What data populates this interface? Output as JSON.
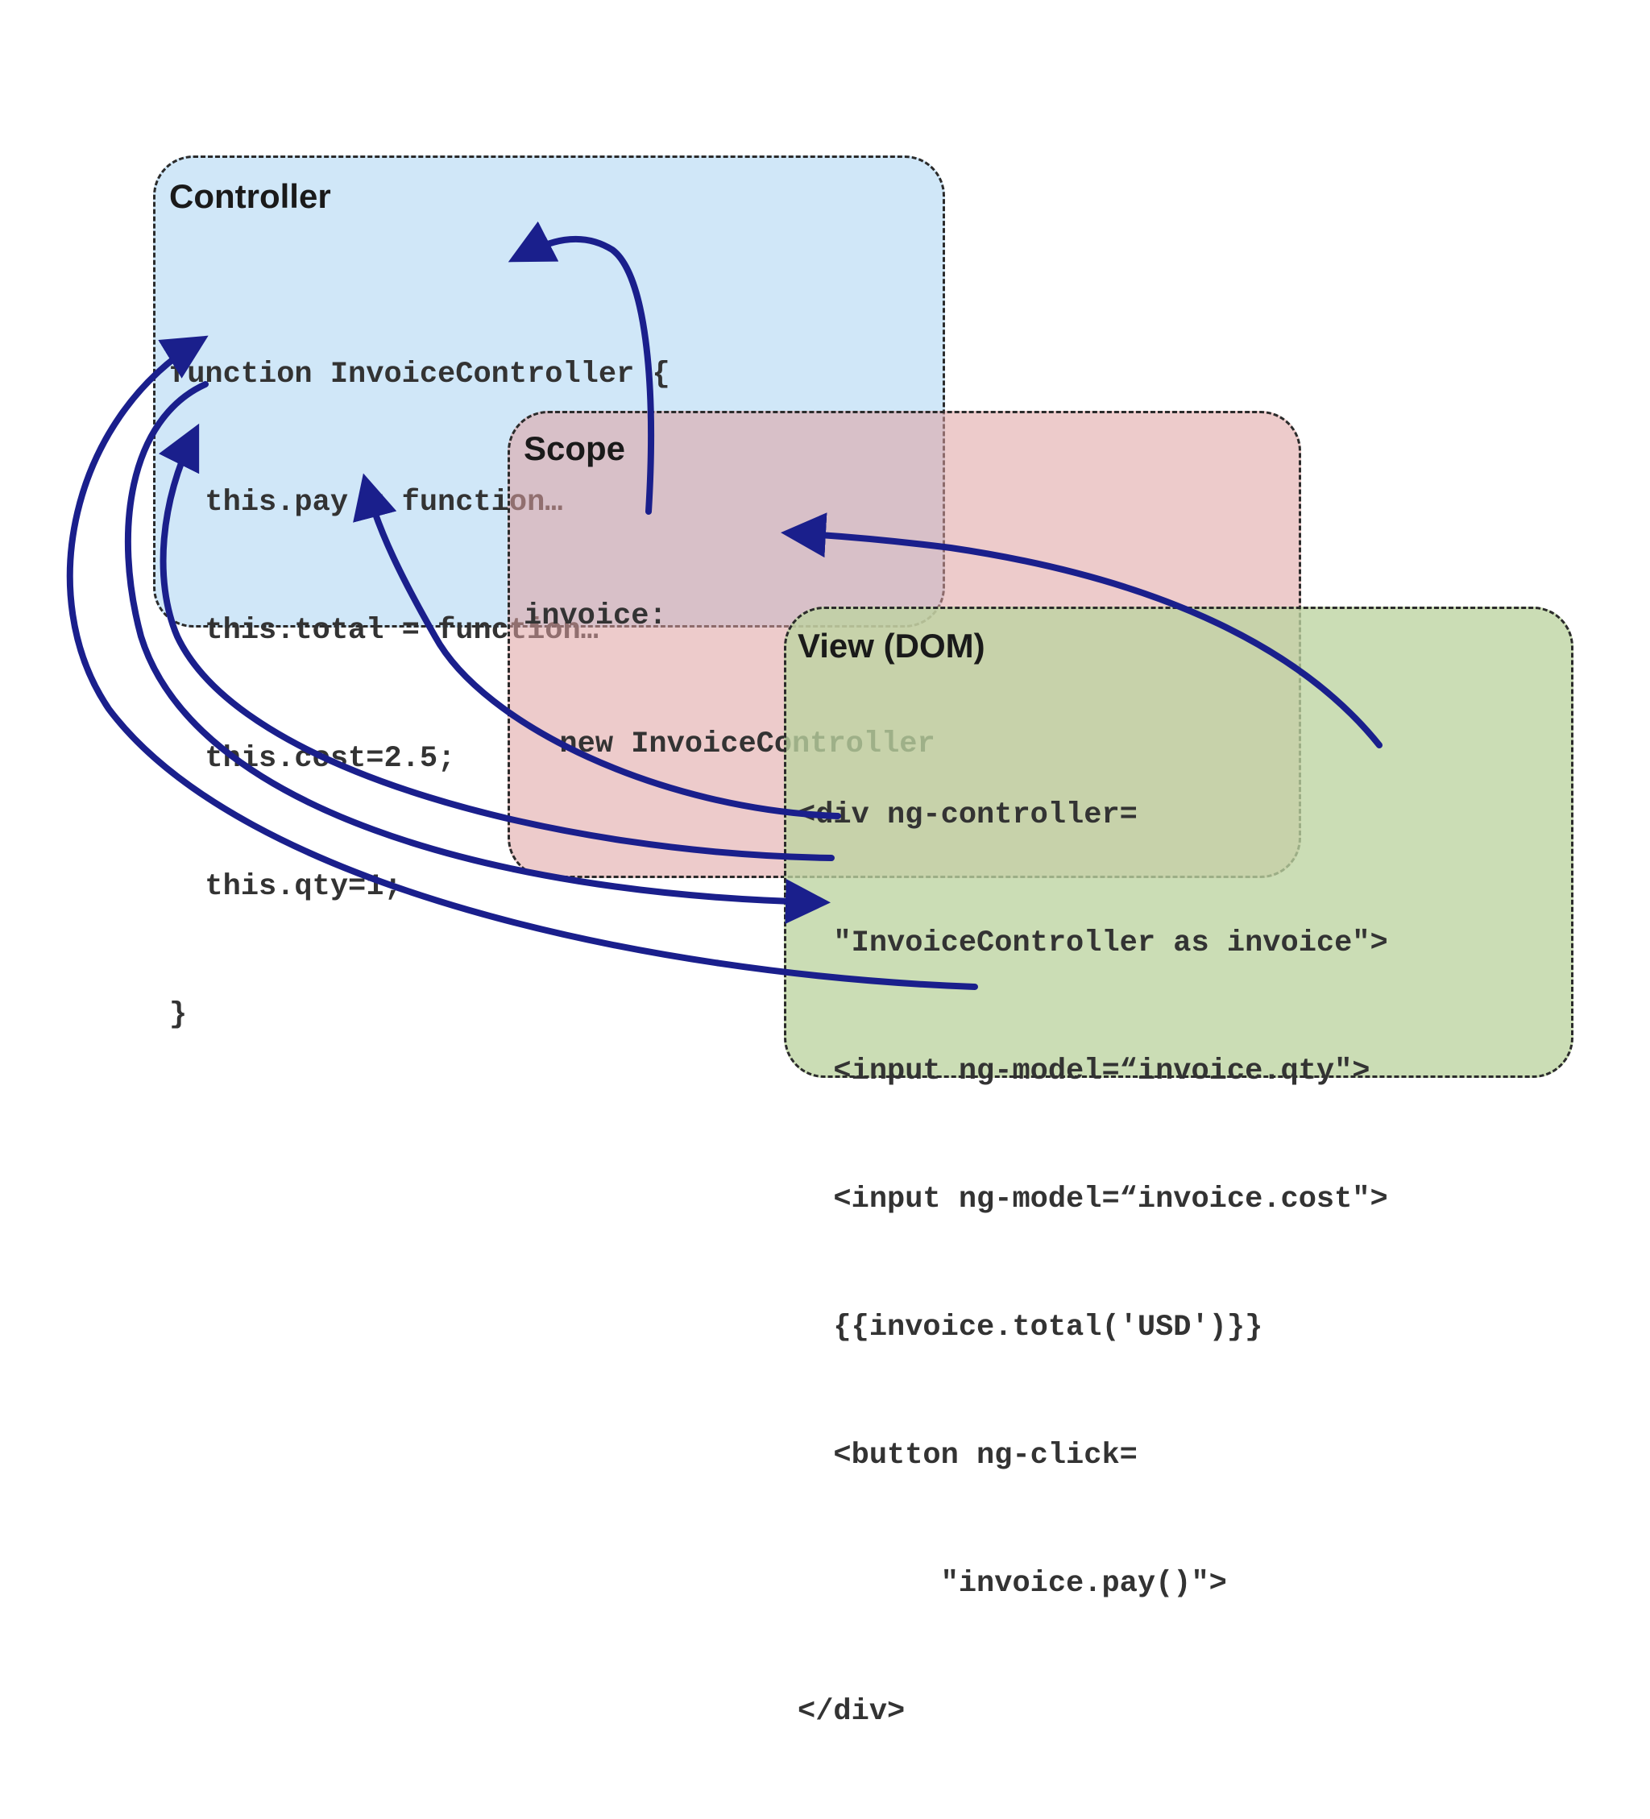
{
  "controller": {
    "title": "Controller",
    "lines": [
      "function InvoiceController {",
      "  this.pay = function…",
      "  this.total = function…",
      "  this.cost=2.5;",
      "  this.qty=1;",
      "}"
    ]
  },
  "scope": {
    "title": "Scope",
    "lines": [
      "invoice:",
      "  new InvoiceController"
    ]
  },
  "view": {
    "title": "View (DOM)",
    "lines": [
      "<div ng-controller=",
      "  \"InvoiceController as invoice\">",
      "  <input ng-model=“invoice.qty\">",
      "  <input ng-model=“invoice.cost\">",
      "  {{invoice.total('USD')}}",
      "  <button ng-click=",
      "        \"invoice.pay()\">",
      "</div>"
    ]
  },
  "colors": {
    "arrow": "#1a1f8c",
    "controller_bg": "#cee6f8",
    "scope_bg": "#dea0a0",
    "view_bg": "#bcd4a0"
  }
}
